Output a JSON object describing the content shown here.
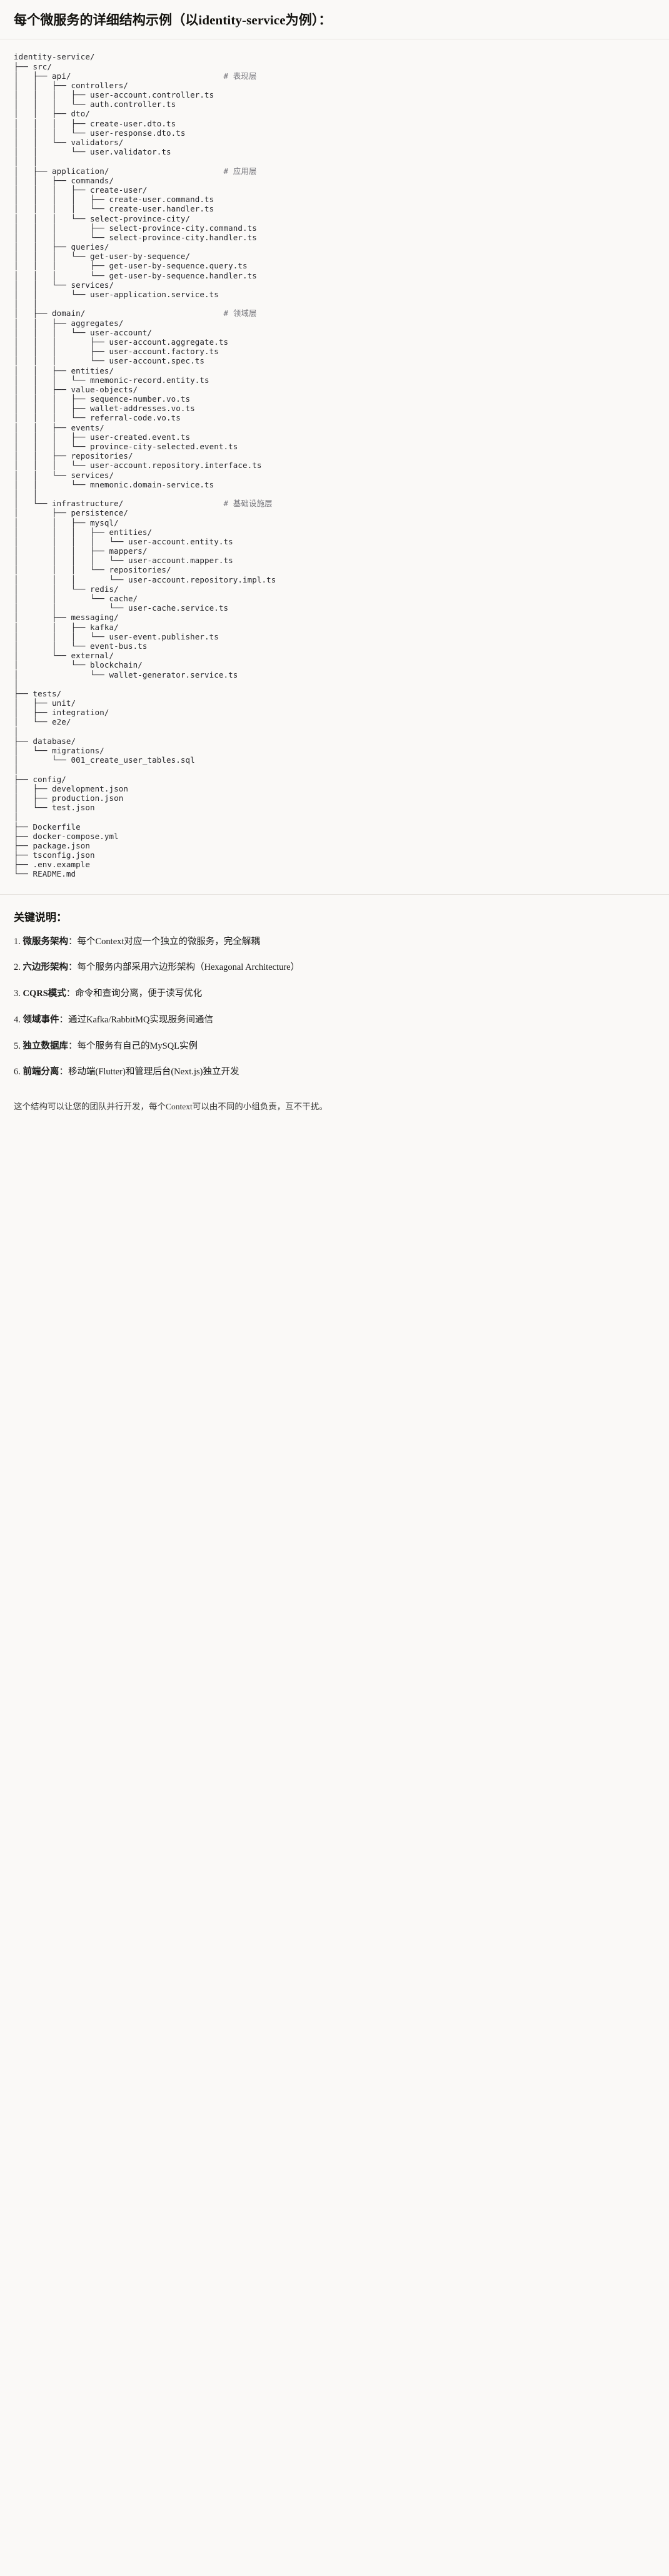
{
  "header": {
    "title": "每个微服务的详细结构示例（以identity-service为例）："
  },
  "tree": {
    "root_label": "identity-service/",
    "lines": [
      {
        "text": "identity-service/",
        "comment": ""
      },
      {
        "text": "├── src/",
        "comment": ""
      },
      {
        "text": "│   ├── api/",
        "comment": "# 表现层"
      },
      {
        "text": "│   │   ├── controllers/",
        "comment": ""
      },
      {
        "text": "│   │   │   ├── user-account.controller.ts",
        "comment": ""
      },
      {
        "text": "│   │   │   └── auth.controller.ts",
        "comment": ""
      },
      {
        "text": "│   │   ├── dto/",
        "comment": ""
      },
      {
        "text": "│   │   │   ├── create-user.dto.ts",
        "comment": ""
      },
      {
        "text": "│   │   │   └── user-response.dto.ts",
        "comment": ""
      },
      {
        "text": "│   │   └── validators/",
        "comment": ""
      },
      {
        "text": "│   │       └── user.validator.ts",
        "comment": ""
      },
      {
        "text": "│   │",
        "comment": ""
      },
      {
        "text": "│   ├── application/",
        "comment": "# 应用层"
      },
      {
        "text": "│   │   ├── commands/",
        "comment": ""
      },
      {
        "text": "│   │   │   ├── create-user/",
        "comment": ""
      },
      {
        "text": "│   │   │   │   ├── create-user.command.ts",
        "comment": ""
      },
      {
        "text": "│   │   │   │   └── create-user.handler.ts",
        "comment": ""
      },
      {
        "text": "│   │   │   └── select-province-city/",
        "comment": ""
      },
      {
        "text": "│   │   │       ├── select-province-city.command.ts",
        "comment": ""
      },
      {
        "text": "│   │   │       └── select-province-city.handler.ts",
        "comment": ""
      },
      {
        "text": "│   │   ├── queries/",
        "comment": ""
      },
      {
        "text": "│   │   │   └── get-user-by-sequence/",
        "comment": ""
      },
      {
        "text": "│   │   │       ├── get-user-by-sequence.query.ts",
        "comment": ""
      },
      {
        "text": "│   │   │       └── get-user-by-sequence.handler.ts",
        "comment": ""
      },
      {
        "text": "│   │   └── services/",
        "comment": ""
      },
      {
        "text": "│   │       └── user-application.service.ts",
        "comment": ""
      },
      {
        "text": "│   │",
        "comment": ""
      },
      {
        "text": "│   ├── domain/",
        "comment": "# 领域层"
      },
      {
        "text": "│   │   ├── aggregates/",
        "comment": ""
      },
      {
        "text": "│   │   │   └── user-account/",
        "comment": ""
      },
      {
        "text": "│   │   │       ├── user-account.aggregate.ts",
        "comment": ""
      },
      {
        "text": "│   │   │       ├── user-account.factory.ts",
        "comment": ""
      },
      {
        "text": "│   │   │       └── user-account.spec.ts",
        "comment": ""
      },
      {
        "text": "│   │   ├── entities/",
        "comment": ""
      },
      {
        "text": "│   │   │   └── mnemonic-record.entity.ts",
        "comment": ""
      },
      {
        "text": "│   │   ├── value-objects/",
        "comment": ""
      },
      {
        "text": "│   │   │   ├── sequence-number.vo.ts",
        "comment": ""
      },
      {
        "text": "│   │   │   ├── wallet-addresses.vo.ts",
        "comment": ""
      },
      {
        "text": "│   │   │   └── referral-code.vo.ts",
        "comment": ""
      },
      {
        "text": "│   │   ├── events/",
        "comment": ""
      },
      {
        "text": "│   │   │   ├── user-created.event.ts",
        "comment": ""
      },
      {
        "text": "│   │   │   └── province-city-selected.event.ts",
        "comment": ""
      },
      {
        "text": "│   │   ├── repositories/",
        "comment": ""
      },
      {
        "text": "│   │   │   └── user-account.repository.interface.ts",
        "comment": ""
      },
      {
        "text": "│   │   └── services/",
        "comment": ""
      },
      {
        "text": "│   │       └── mnemonic.domain-service.ts",
        "comment": ""
      },
      {
        "text": "│   │",
        "comment": ""
      },
      {
        "text": "│   └── infrastructure/",
        "comment": "# 基础设施层"
      },
      {
        "text": "│       ├── persistence/",
        "comment": ""
      },
      {
        "text": "│       │   ├── mysql/",
        "comment": ""
      },
      {
        "text": "│       │   │   ├── entities/",
        "comment": ""
      },
      {
        "text": "│       │   │   │   └── user-account.entity.ts",
        "comment": ""
      },
      {
        "text": "│       │   │   ├── mappers/",
        "comment": ""
      },
      {
        "text": "│       │   │   │   └── user-account.mapper.ts",
        "comment": ""
      },
      {
        "text": "│       │   │   └── repositories/",
        "comment": ""
      },
      {
        "text": "│       │   │       └── user-account.repository.impl.ts",
        "comment": ""
      },
      {
        "text": "│       │   └── redis/",
        "comment": ""
      },
      {
        "text": "│       │       └── cache/",
        "comment": ""
      },
      {
        "text": "│       │           └── user-cache.service.ts",
        "comment": ""
      },
      {
        "text": "│       ├── messaging/",
        "comment": ""
      },
      {
        "text": "│       │   ├── kafka/",
        "comment": ""
      },
      {
        "text": "│       │   │   └── user-event.publisher.ts",
        "comment": ""
      },
      {
        "text": "│       │   └── event-bus.ts",
        "comment": ""
      },
      {
        "text": "│       └── external/",
        "comment": ""
      },
      {
        "text": "│           └── blockchain/",
        "comment": ""
      },
      {
        "text": "│               └── wallet-generator.service.ts",
        "comment": ""
      },
      {
        "text": "│",
        "comment": ""
      },
      {
        "text": "├── tests/",
        "comment": ""
      },
      {
        "text": "│   ├── unit/",
        "comment": ""
      },
      {
        "text": "│   ├── integration/",
        "comment": ""
      },
      {
        "text": "│   └── e2e/",
        "comment": ""
      },
      {
        "text": "│",
        "comment": ""
      },
      {
        "text": "├── database/",
        "comment": ""
      },
      {
        "text": "│   └── migrations/",
        "comment": ""
      },
      {
        "text": "│       └── 001_create_user_tables.sql",
        "comment": ""
      },
      {
        "text": "│",
        "comment": ""
      },
      {
        "text": "├── config/",
        "comment": ""
      },
      {
        "text": "│   ├── development.json",
        "comment": ""
      },
      {
        "text": "│   ├── production.json",
        "comment": ""
      },
      {
        "text": "│   └── test.json",
        "comment": ""
      },
      {
        "text": "│",
        "comment": ""
      },
      {
        "text": "├── Dockerfile",
        "comment": ""
      },
      {
        "text": "├── docker-compose.yml",
        "comment": ""
      },
      {
        "text": "├── package.json",
        "comment": ""
      },
      {
        "text": "├── tsconfig.json",
        "comment": ""
      },
      {
        "text": "├── .env.example",
        "comment": ""
      },
      {
        "text": "└── README.md",
        "comment": ""
      }
    ],
    "comment_column": 44
  },
  "notes": {
    "heading": "关键说明：",
    "items": [
      {
        "num": "1.",
        "term": "微服务架构",
        "sep": "：",
        "desc": "每个Context对应一个独立的微服务，完全解耦"
      },
      {
        "num": "2.",
        "term": "六边形架构",
        "sep": "：",
        "desc": "每个服务内部采用六边形架构（Hexagonal Architecture）"
      },
      {
        "num": "3.",
        "term": "CQRS模式",
        "sep": "：",
        "desc": "命令和查询分离，便于读写优化"
      },
      {
        "num": "4.",
        "term": "领域事件",
        "sep": "：",
        "desc": "通过Kafka/RabbitMQ实现服务间通信"
      },
      {
        "num": "5.",
        "term": "独立数据库",
        "sep": "：",
        "desc": "每个服务有自己的MySQL实例"
      },
      {
        "num": "6.",
        "term": "前端分离",
        "sep": "：",
        "desc": "移动端(Flutter)和管理后台(Next.js)独立开发"
      }
    ],
    "footer": "这个结构可以让您的团队并行开发，每个Context可以由不同的小组负责，互不干扰。"
  },
  "colors": {
    "background": "#faf9f7",
    "text": "#1c1c1b",
    "code_text": "#26262b",
    "comment_text": "#76767c",
    "divider": "#e6e3de"
  }
}
